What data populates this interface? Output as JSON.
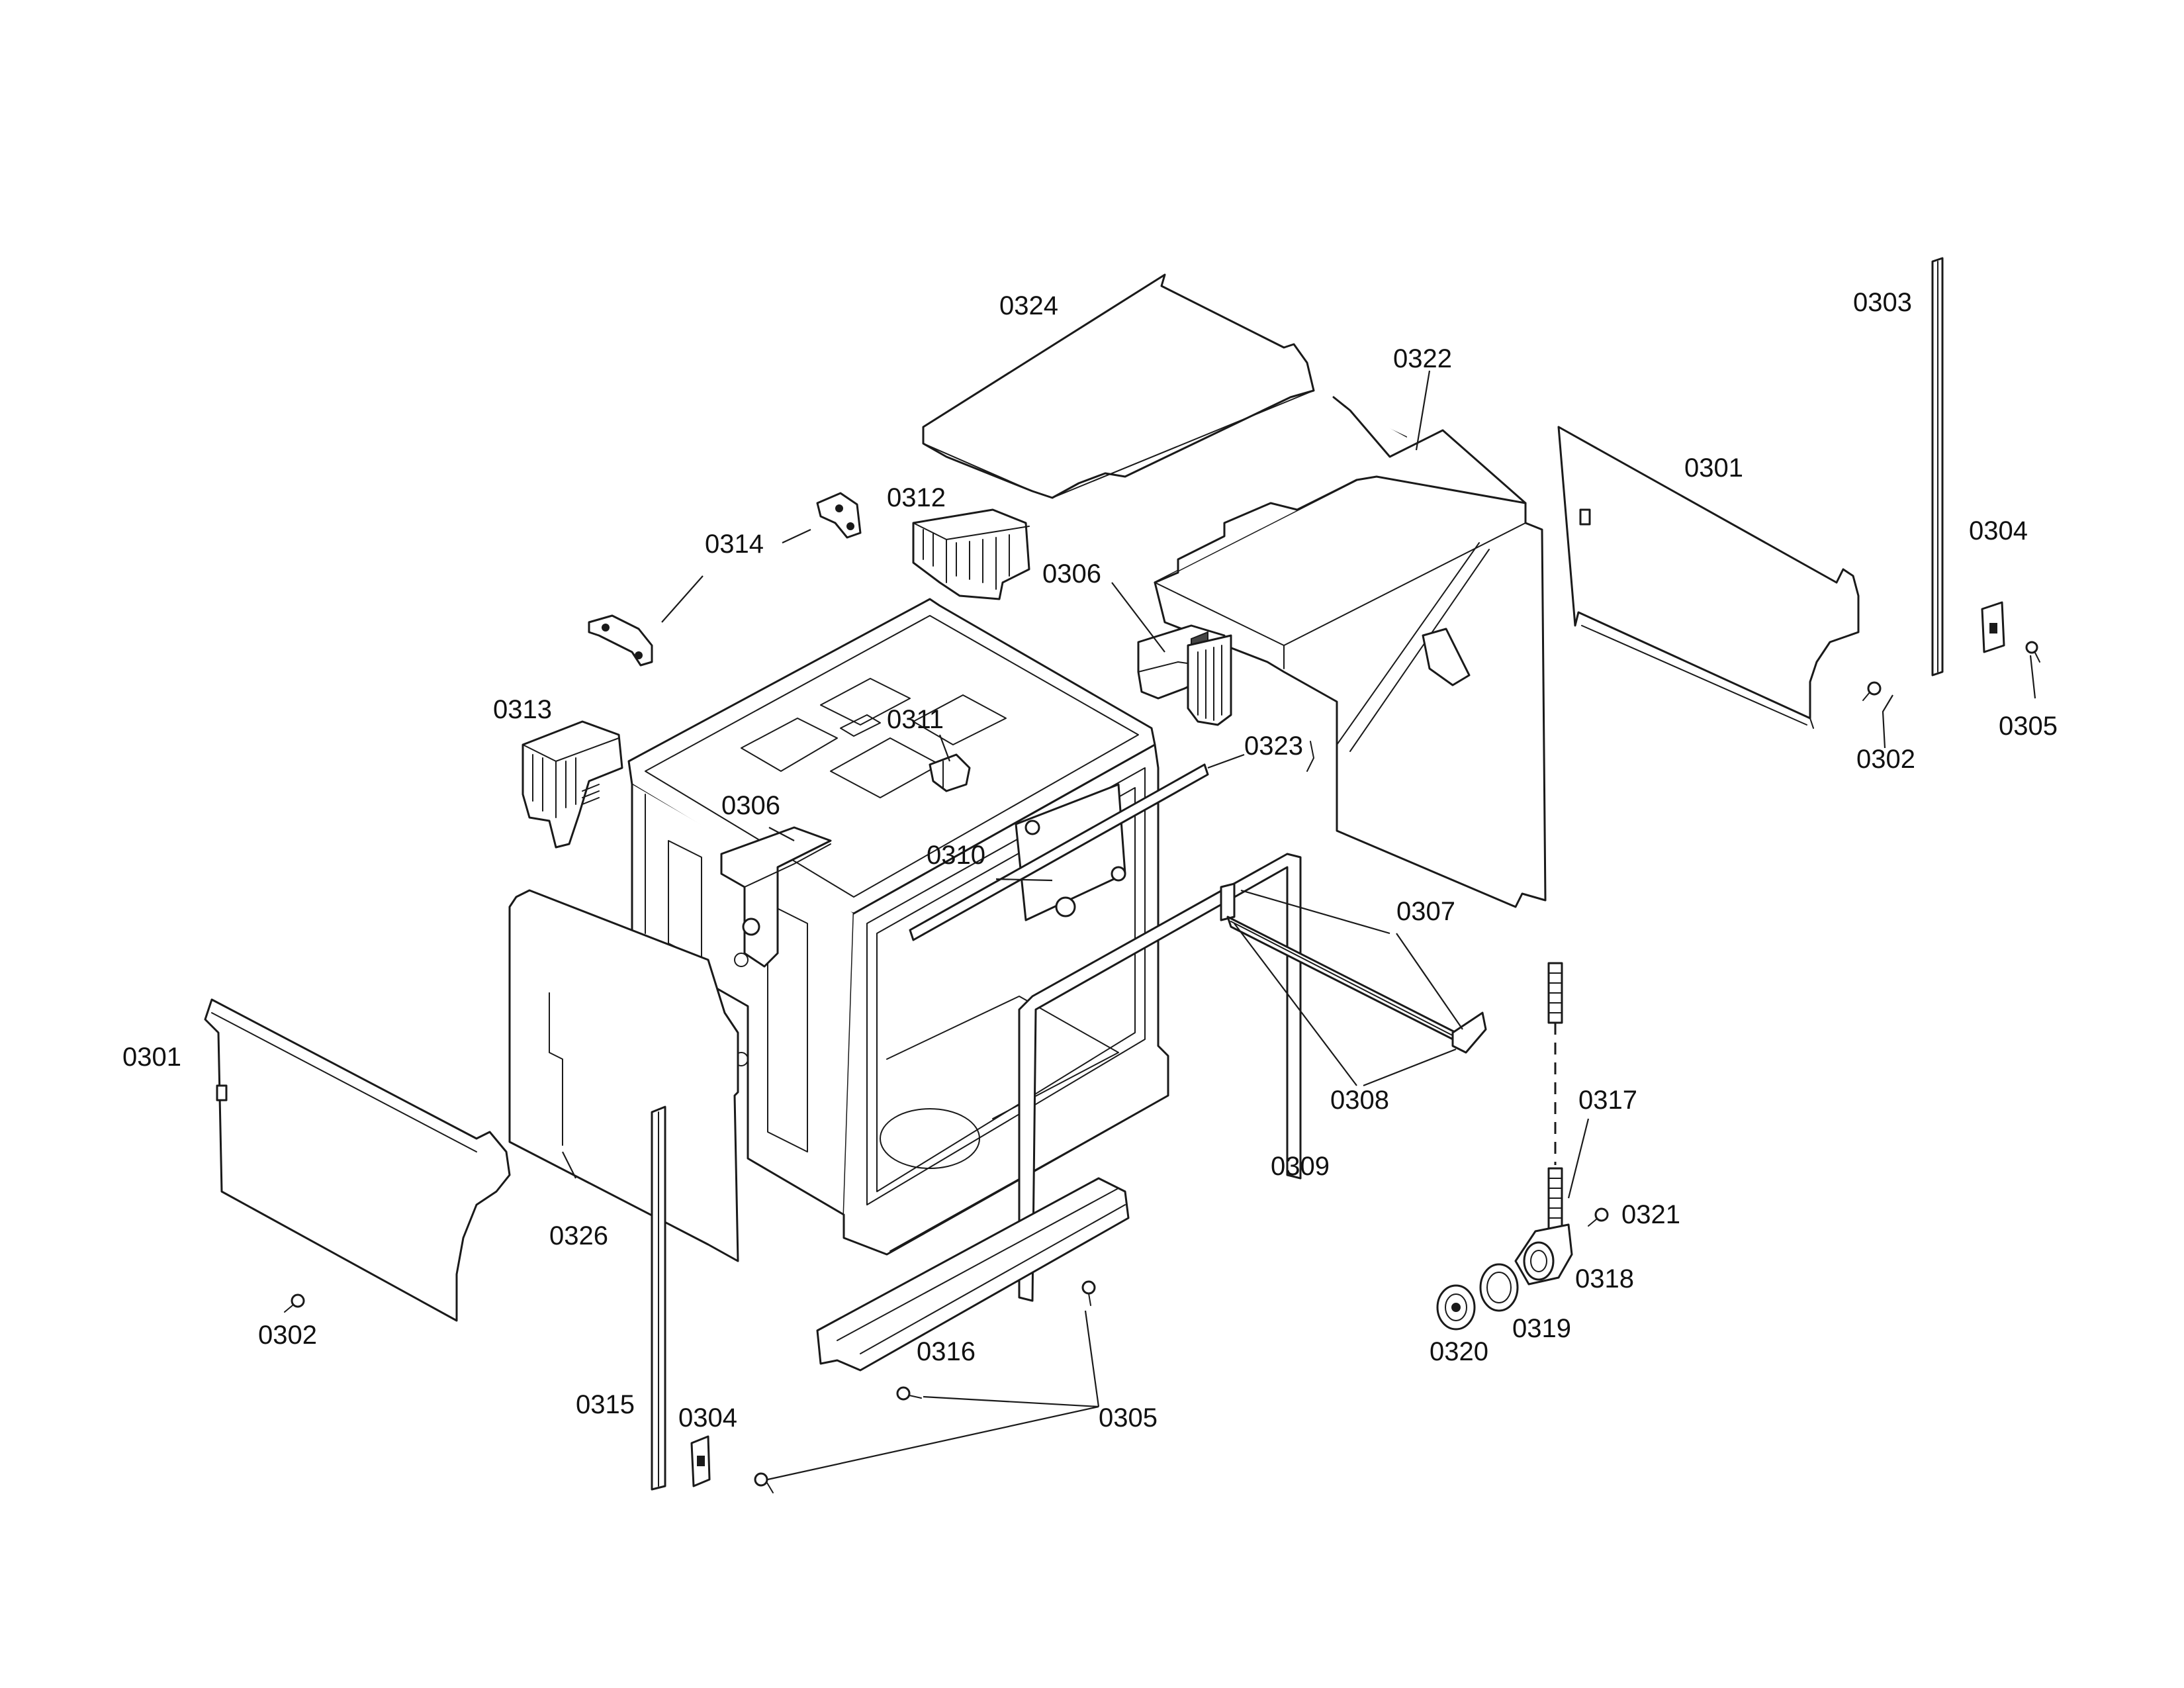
{
  "labels": {
    "l0324": "0324",
    "l0322": "0322",
    "l0301_right": "0301",
    "l0303": "0303",
    "l0304_right": "0304",
    "l0305_right": "0305",
    "l0302_right": "0302",
    "l0312": "0312",
    "l0314": "0314",
    "l0306_top": "0306",
    "l0313": "0313",
    "l0311": "0311",
    "l0323": "0323",
    "l0306_mid": "0306",
    "l0310": "0310",
    "l0307": "0307",
    "l0308": "0308",
    "l0309": "0309",
    "l0317": "0317",
    "l0321": "0321",
    "l0318": "0318",
    "l0319": "0319",
    "l0320": "0320",
    "l0301_left": "0301",
    "l0302_left": "0302",
    "l0326": "0326",
    "l0315": "0315",
    "l0304_left": "0304",
    "l0316": "0316",
    "l0305_bottom": "0305"
  }
}
